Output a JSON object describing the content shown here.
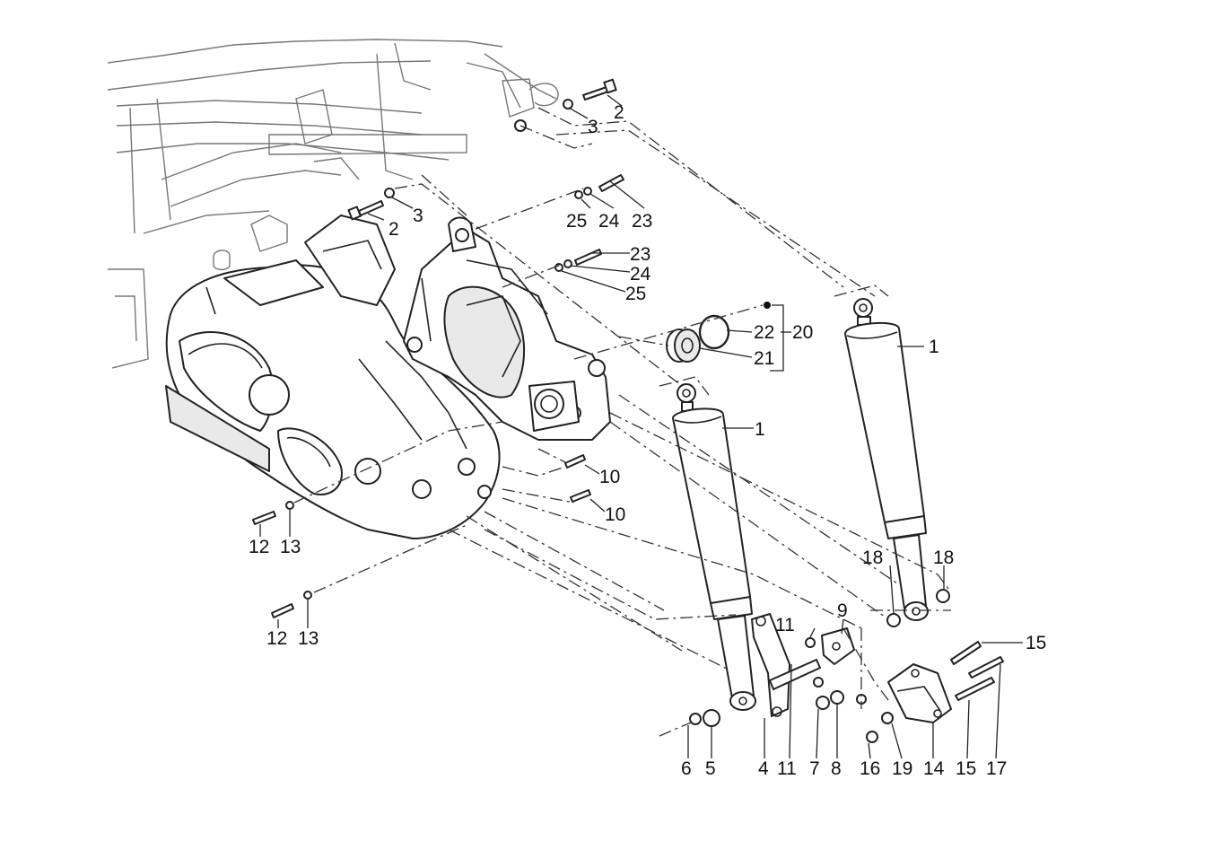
{
  "labels": {
    "l1a": "1",
    "l1b": "1",
    "l2a": "2",
    "l2b": "2",
    "l3a": "3",
    "l3b": "3",
    "l4": "4",
    "l5": "5",
    "l6": "6",
    "l7": "7",
    "l8": "8",
    "l9": "9",
    "l10a": "10",
    "l10b": "10",
    "l11a": "11",
    "l11b": "11",
    "l12a": "12",
    "l12b": "12",
    "l13a": "13",
    "l13b": "13",
    "l14": "14",
    "l15a": "15",
    "l15b": "15",
    "l16": "16",
    "l17": "17",
    "l18a": "18",
    "l18b": "18",
    "l19": "19",
    "l20": "20",
    "l21": "21",
    "l22": "22",
    "l23a": "23",
    "l23b": "23",
    "l24a": "24",
    "l24b": "24",
    "l25a": "25",
    "l25b": "25"
  },
  "colors": {
    "line": "#222222",
    "background": "#ffffff",
    "shade": "#e9e9e9"
  }
}
